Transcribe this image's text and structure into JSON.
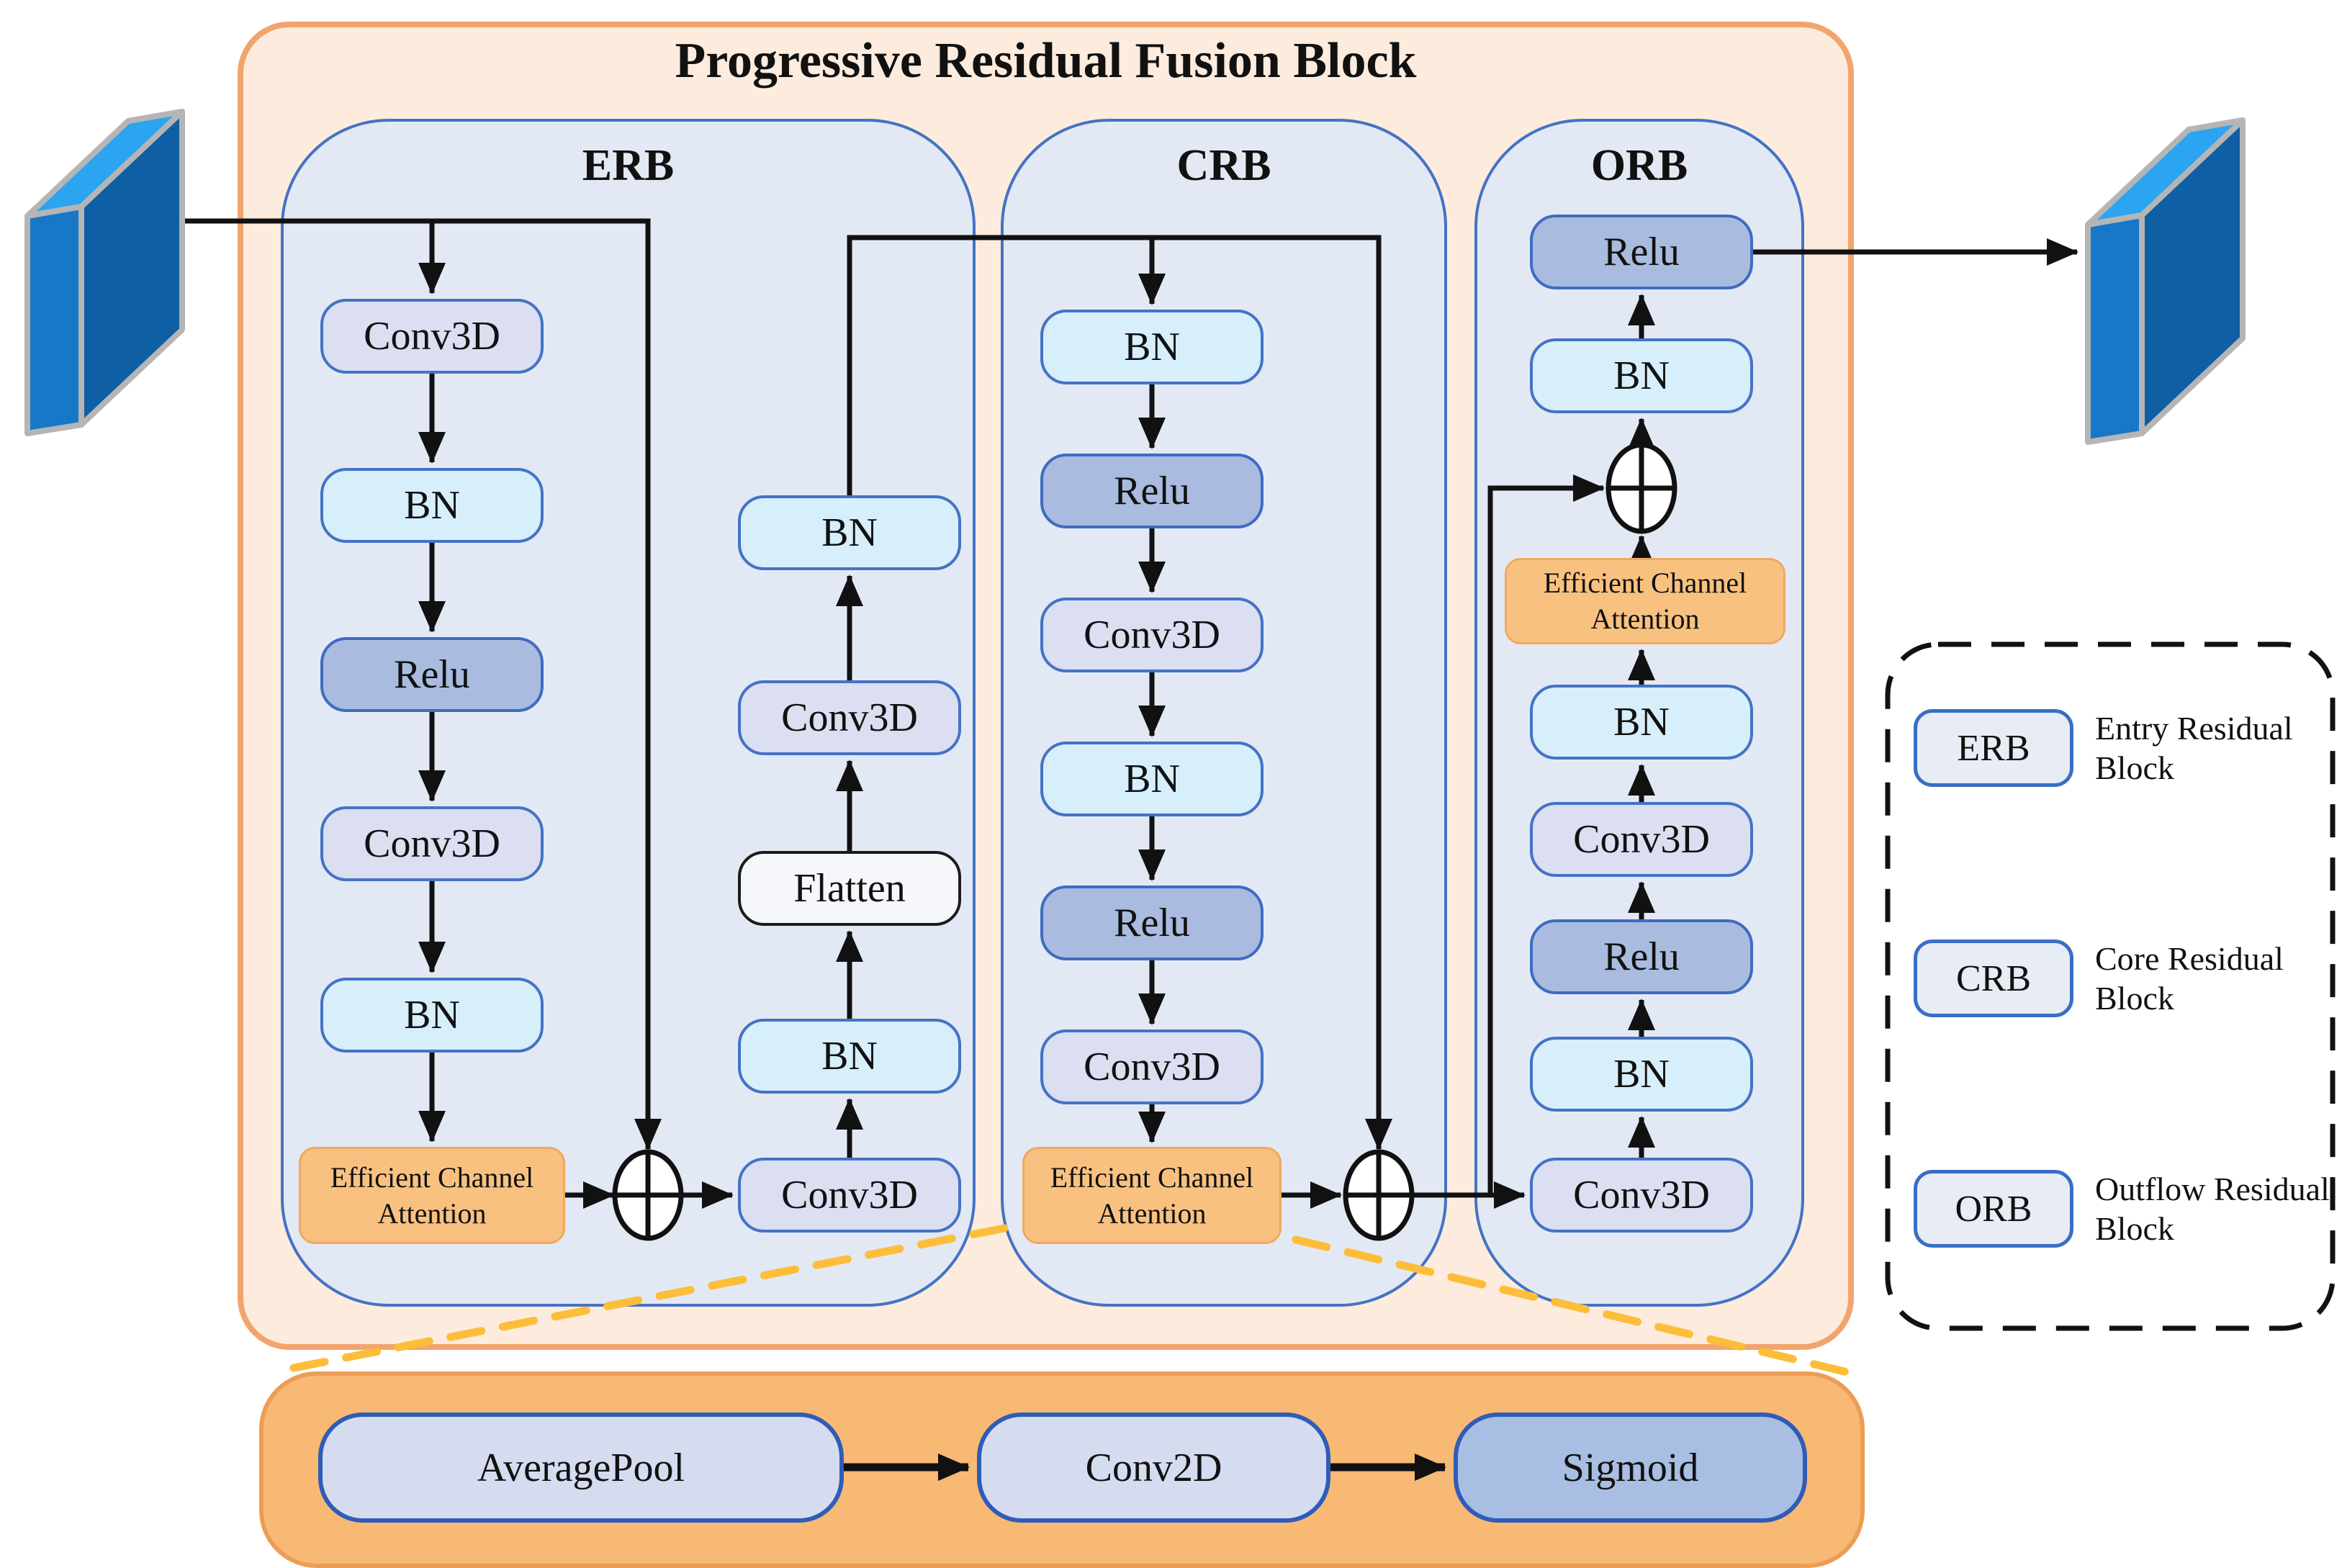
{
  "title": "Progressive Residual Fusion Block",
  "erb": {
    "label": "ERB",
    "entry_path": [
      "Conv3D",
      "BN",
      "Relu",
      "Conv3D",
      "BN"
    ],
    "attention": "Efficient Channel Attention",
    "exit_path_bottom_to_top": [
      "Conv3D",
      "BN",
      "Flatten",
      "Conv3D",
      "BN"
    ]
  },
  "crb": {
    "label": "CRB",
    "main_path": [
      "BN",
      "Relu",
      "Conv3D",
      "BN",
      "Relu",
      "Conv3D"
    ],
    "attention": "Efficient Channel Attention"
  },
  "orb": {
    "label": "ORB",
    "main_path_bottom_to_top": [
      "Conv3D",
      "BN",
      "Relu",
      "Conv3D",
      "BN"
    ],
    "attention": "Efficient Channel Attention",
    "output_path_bottom_to_top": [
      "BN",
      "Relu"
    ]
  },
  "eca_detail": {
    "steps": [
      "AveragePool",
      "Conv2D",
      "Sigmoid"
    ]
  },
  "legend": {
    "items": [
      {
        "abbr": "ERB",
        "name": "Entry Residual Block"
      },
      {
        "abbr": "CRB",
        "name": "Core Residual Block"
      },
      {
        "abbr": "ORB",
        "name": "Outflow Residual Block"
      }
    ]
  },
  "colors": {
    "outer_fill": "#fdecdd",
    "outer_border": "#f2a46d",
    "block_fill": "#e3e9f4",
    "block_border": "#4473c5",
    "conv_fill": "#dbdff1",
    "bn_fill": "#d7eefb",
    "relu_fill": "#a9bcdf",
    "attention_fill": "#f9c180",
    "panel_fill": "#f8b975",
    "tensor_front": "#1878c8",
    "tensor_top": "#2ba4f1",
    "tensor_side": "#0e5fa4",
    "dashed_line": "#fcbe3a"
  }
}
